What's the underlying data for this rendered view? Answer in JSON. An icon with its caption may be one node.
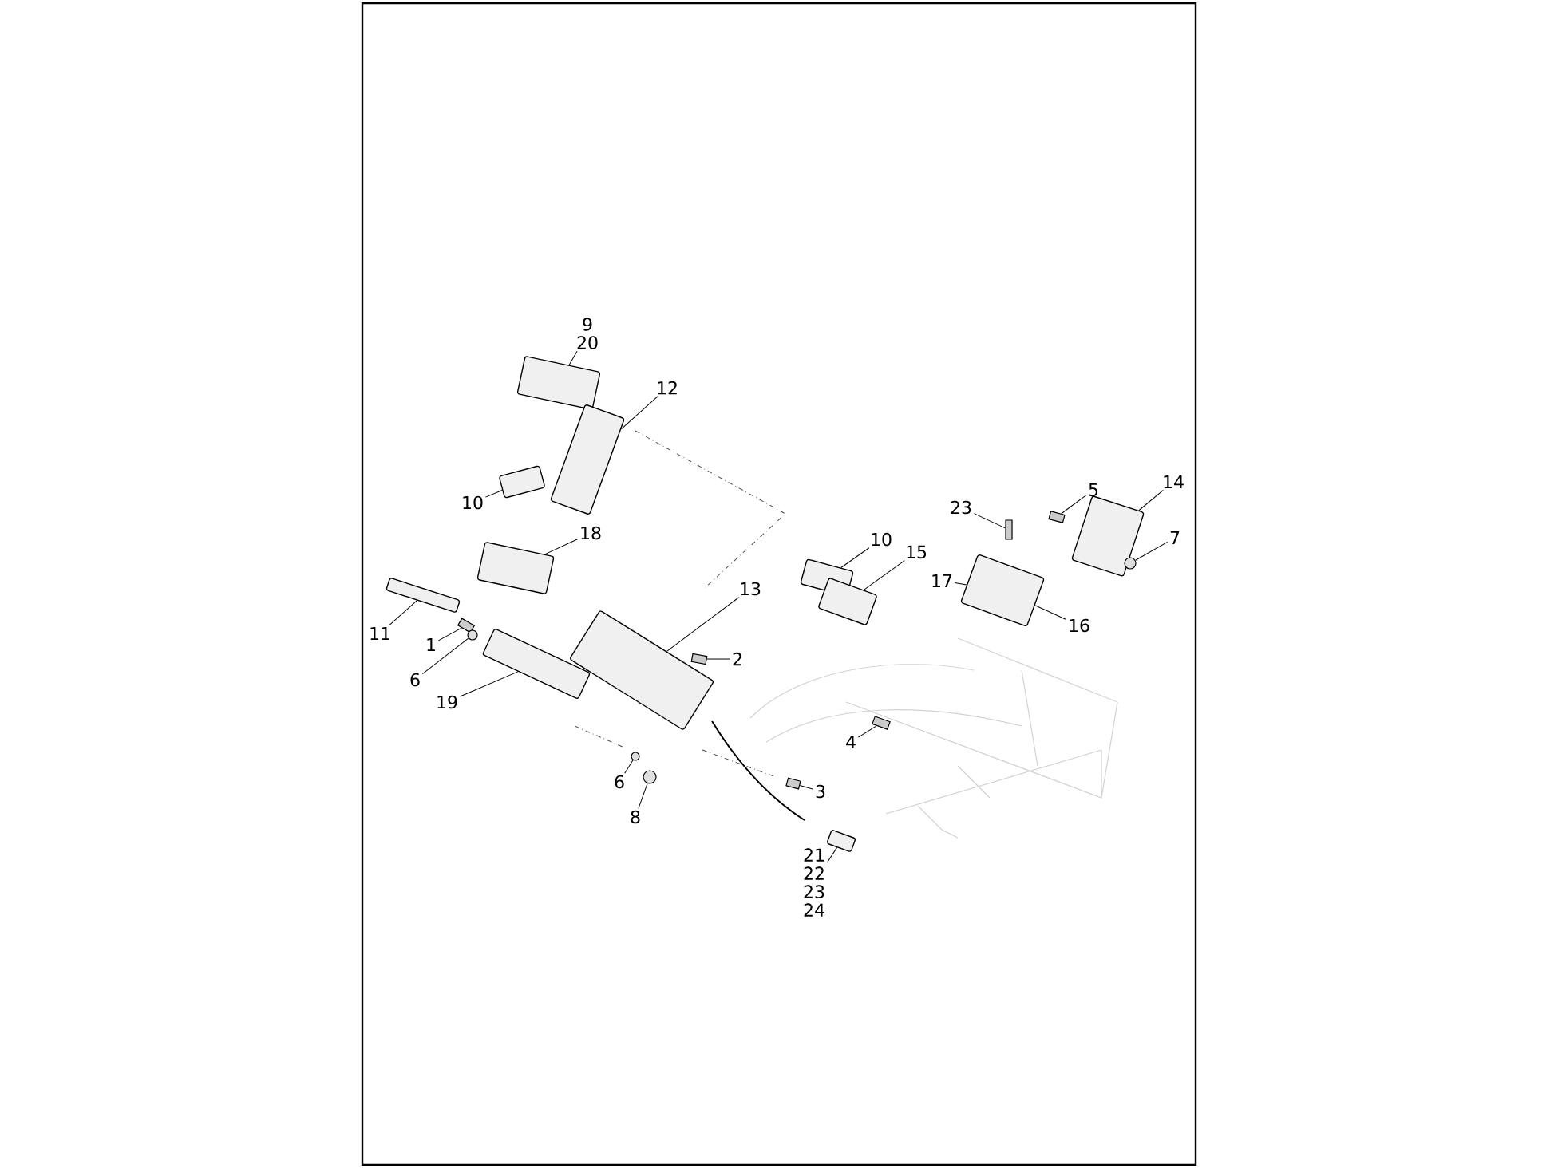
{
  "diagram": {
    "nodes": [
      {
        "text": [
          "9",
          "20"
        ]
      },
      {
        "text": [
          "12"
        ]
      },
      {
        "text": [
          "10"
        ]
      },
      {
        "text": [
          "18"
        ]
      },
      {
        "text": [
          "11"
        ]
      },
      {
        "text": [
          "1"
        ]
      },
      {
        "text": [
          "6"
        ]
      },
      {
        "text": [
          "19"
        ]
      },
      {
        "text": [
          "13"
        ]
      },
      {
        "text": [
          "2"
        ]
      },
      {
        "text": [
          "10"
        ]
      },
      {
        "text": [
          "15"
        ]
      },
      {
        "text": [
          "23"
        ]
      },
      {
        "text": [
          "5"
        ]
      },
      {
        "text": [
          "14"
        ]
      },
      {
        "text": [
          "7"
        ]
      },
      {
        "text": [
          "17"
        ]
      },
      {
        "text": [
          "16"
        ]
      },
      {
        "text": [
          "4"
        ]
      },
      {
        "text": [
          "3"
        ]
      },
      {
        "text": [
          "6"
        ]
      },
      {
        "text": [
          "8"
        ]
      },
      {
        "text": [
          "21",
          "22",
          "23",
          "24"
        ]
      },
      {
        "text": [],
        "shape": "picture"
      },
      {
        "text": [],
        "shape": "picture"
      },
      {
        "text": [],
        "shape": "picture"
      },
      {
        "text": [],
        "shape": "picture"
      },
      {
        "text": [],
        "shape": "picture"
      },
      {
        "text": [],
        "shape": "box"
      },
      {
        "text": [],
        "shape": "circle"
      },
      {
        "text": [],
        "shape": "picture"
      },
      {
        "text": [],
        "shape": "picture"
      },
      {
        "text": [],
        "shape": "box"
      },
      {
        "text": [],
        "shape": "picture"
      },
      {
        "text": [],
        "shape": "picture"
      },
      {
        "text": [],
        "shape": "box"
      },
      {
        "text": [],
        "shape": "box"
      },
      {
        "text": [],
        "shape": "picture"
      },
      {
        "text": [],
        "shape": "circle"
      },
      {
        "text": [],
        "shape": "picture"
      },
      {
        "text": [],
        "shape": "box"
      },
      {
        "text": [],
        "shape": "box"
      },
      {
        "text": [],
        "shape": "circle"
      },
      {
        "text": [],
        "shape": "circle"
      },
      {
        "text": [],
        "shape": "picture"
      }
    ],
    "edges": [
      {
        "from": 0,
        "to": 23,
        "arrow": "none"
      },
      {
        "from": 1,
        "to": 24,
        "arrow": "none"
      },
      {
        "from": 2,
        "to": 25,
        "arrow": "none"
      },
      {
        "from": 3,
        "to": 26,
        "arrow": "none"
      },
      {
        "from": 4,
        "to": 27,
        "arrow": "none"
      },
      {
        "from": 5,
        "to": 28,
        "arrow": "none"
      },
      {
        "from": 6,
        "to": 29,
        "arrow": "none"
      },
      {
        "from": 7,
        "to": 30,
        "arrow": "none"
      },
      {
        "from": 8,
        "to": 31,
        "arrow": "none"
      },
      {
        "from": 9,
        "to": 32,
        "arrow": "none"
      },
      {
        "from": 10,
        "to": 33,
        "arrow": "none"
      },
      {
        "from": 11,
        "to": 34,
        "arrow": "none"
      },
      {
        "from": 12,
        "to": 35,
        "arrow": "none"
      },
      {
        "from": 13,
        "to": 36,
        "arrow": "none"
      },
      {
        "from": 14,
        "to": 37,
        "arrow": "none"
      },
      {
        "from": 15,
        "to": 38,
        "arrow": "none"
      },
      {
        "from": 16,
        "to": 39,
        "arrow": "none"
      },
      {
        "from": 17,
        "to": 39,
        "arrow": "none"
      },
      {
        "from": 18,
        "to": 40,
        "arrow": "none"
      },
      {
        "from": 19,
        "to": 41,
        "arrow": "none"
      },
      {
        "from": 20,
        "to": 42,
        "arrow": "none"
      },
      {
        "from": 21,
        "to": 43,
        "arrow": "none"
      },
      {
        "from": 22,
        "to": 44,
        "arrow": "none"
      }
    ]
  }
}
